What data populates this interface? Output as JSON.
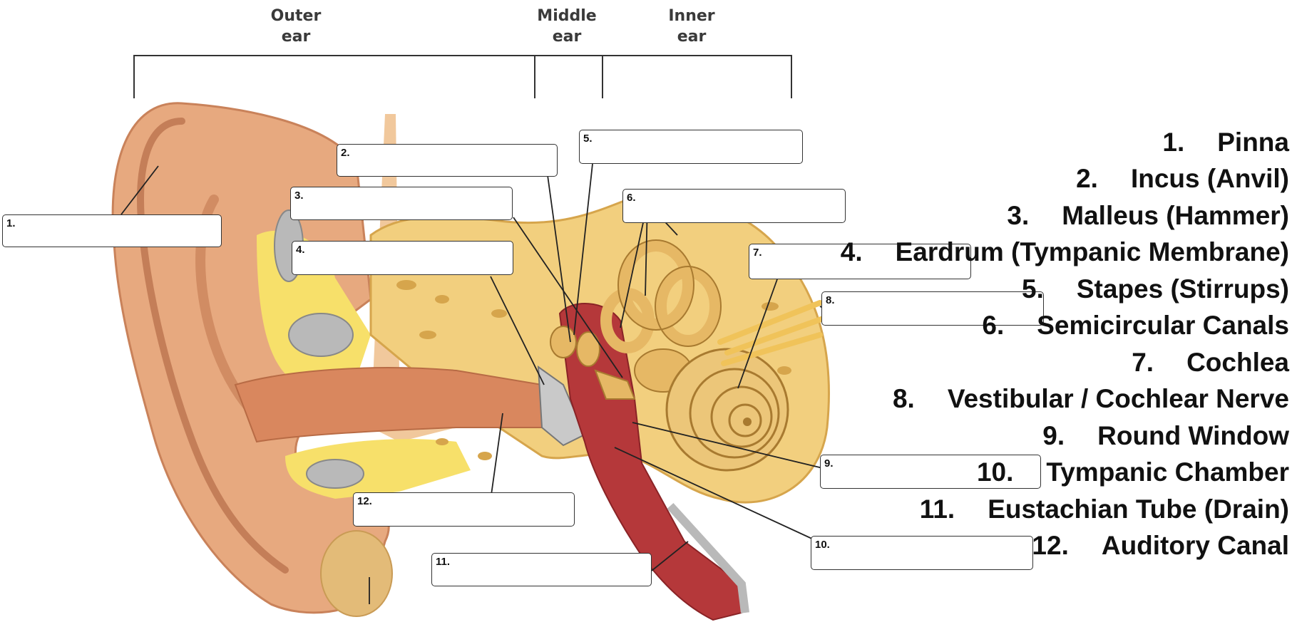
{
  "regions": {
    "outer": "Outer\near",
    "middle": "Middle\near",
    "inner": "Inner\near"
  },
  "box_numbers": [
    "1.",
    "2.",
    "3.",
    "4.",
    "5.",
    "6.",
    "7.",
    "8.",
    "9.",
    "10.",
    "11.",
    "12."
  ],
  "legend": [
    {
      "num": "1.",
      "text": "Pinna"
    },
    {
      "num": "2.",
      "text": "Incus (Anvil)"
    },
    {
      "num": "3.",
      "text": "Malleus (Hammer)"
    },
    {
      "num": "4.",
      "text": "Eardrum (Tympanic Membrane)"
    },
    {
      "num": "5.",
      "text": "Stapes (Stirrups)"
    },
    {
      "num": "6.",
      "text": "Semicircular Canals"
    },
    {
      "num": "7.",
      "text": "Cochlea"
    },
    {
      "num": "8.",
      "text": "Vestibular / Cochlear Nerve"
    },
    {
      "num": "9.",
      "text": "Round Window"
    },
    {
      "num": "10.",
      "text": "Tympanic Chamber"
    },
    {
      "num": "11.",
      "text": "Eustachian Tube (Drain)"
    },
    {
      "num": "12.",
      "text": "Auditory Canal"
    }
  ],
  "colors": {
    "skin": "#e7a97f",
    "skin_dark": "#c9825a",
    "bone": "#f2cf7e",
    "bone_dark": "#d6a54c",
    "cartilage": "#f7e06a",
    "chamber": "#b5383a",
    "gray": "#b9b9b9"
  }
}
